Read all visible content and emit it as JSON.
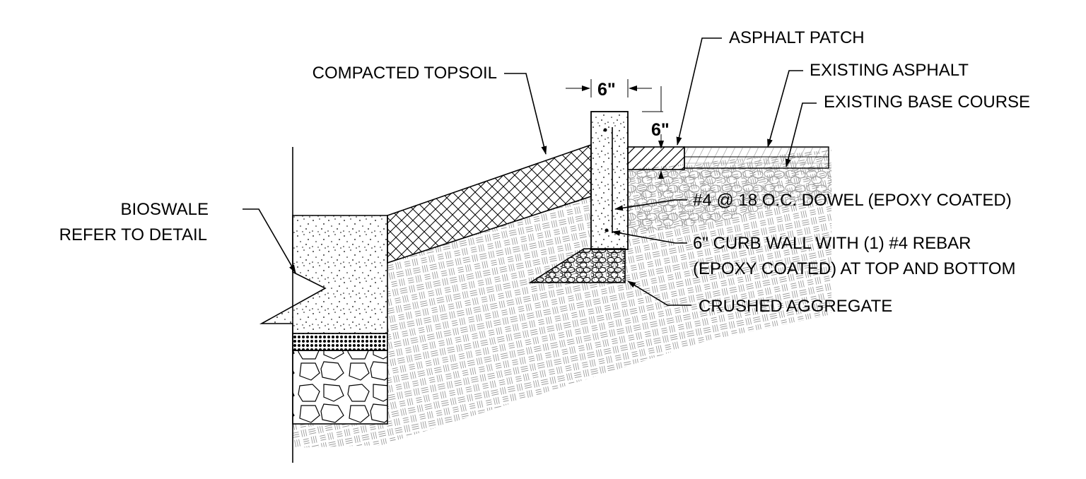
{
  "labels": {
    "compacted_topsoil": "COMPACTED TOPSOIL",
    "bioswale_line1": "BIOSWALE",
    "bioswale_line2": "REFER TO DETAIL",
    "asphalt_patch": "ASPHALT PATCH",
    "existing_asphalt": "EXISTING ASPHALT",
    "existing_base_course": "EXISTING BASE COURSE",
    "dowel": "#4 @ 18 O.C. DOWEL (EPOXY COATED)",
    "curb_wall_line1": "6\" CURB WALL WITH (1) #4 REBAR",
    "curb_wall_line2": "(EPOXY COATED) AT TOP AND BOTTOM",
    "crushed_aggregate": "CRUSHED AGGREGATE"
  },
  "dimensions": {
    "curb_width": "6\"",
    "patch_depth": "6\""
  },
  "colors": {
    "ink": "#000000",
    "hatch": "#9a9a9a",
    "paper": "#ffffff"
  }
}
